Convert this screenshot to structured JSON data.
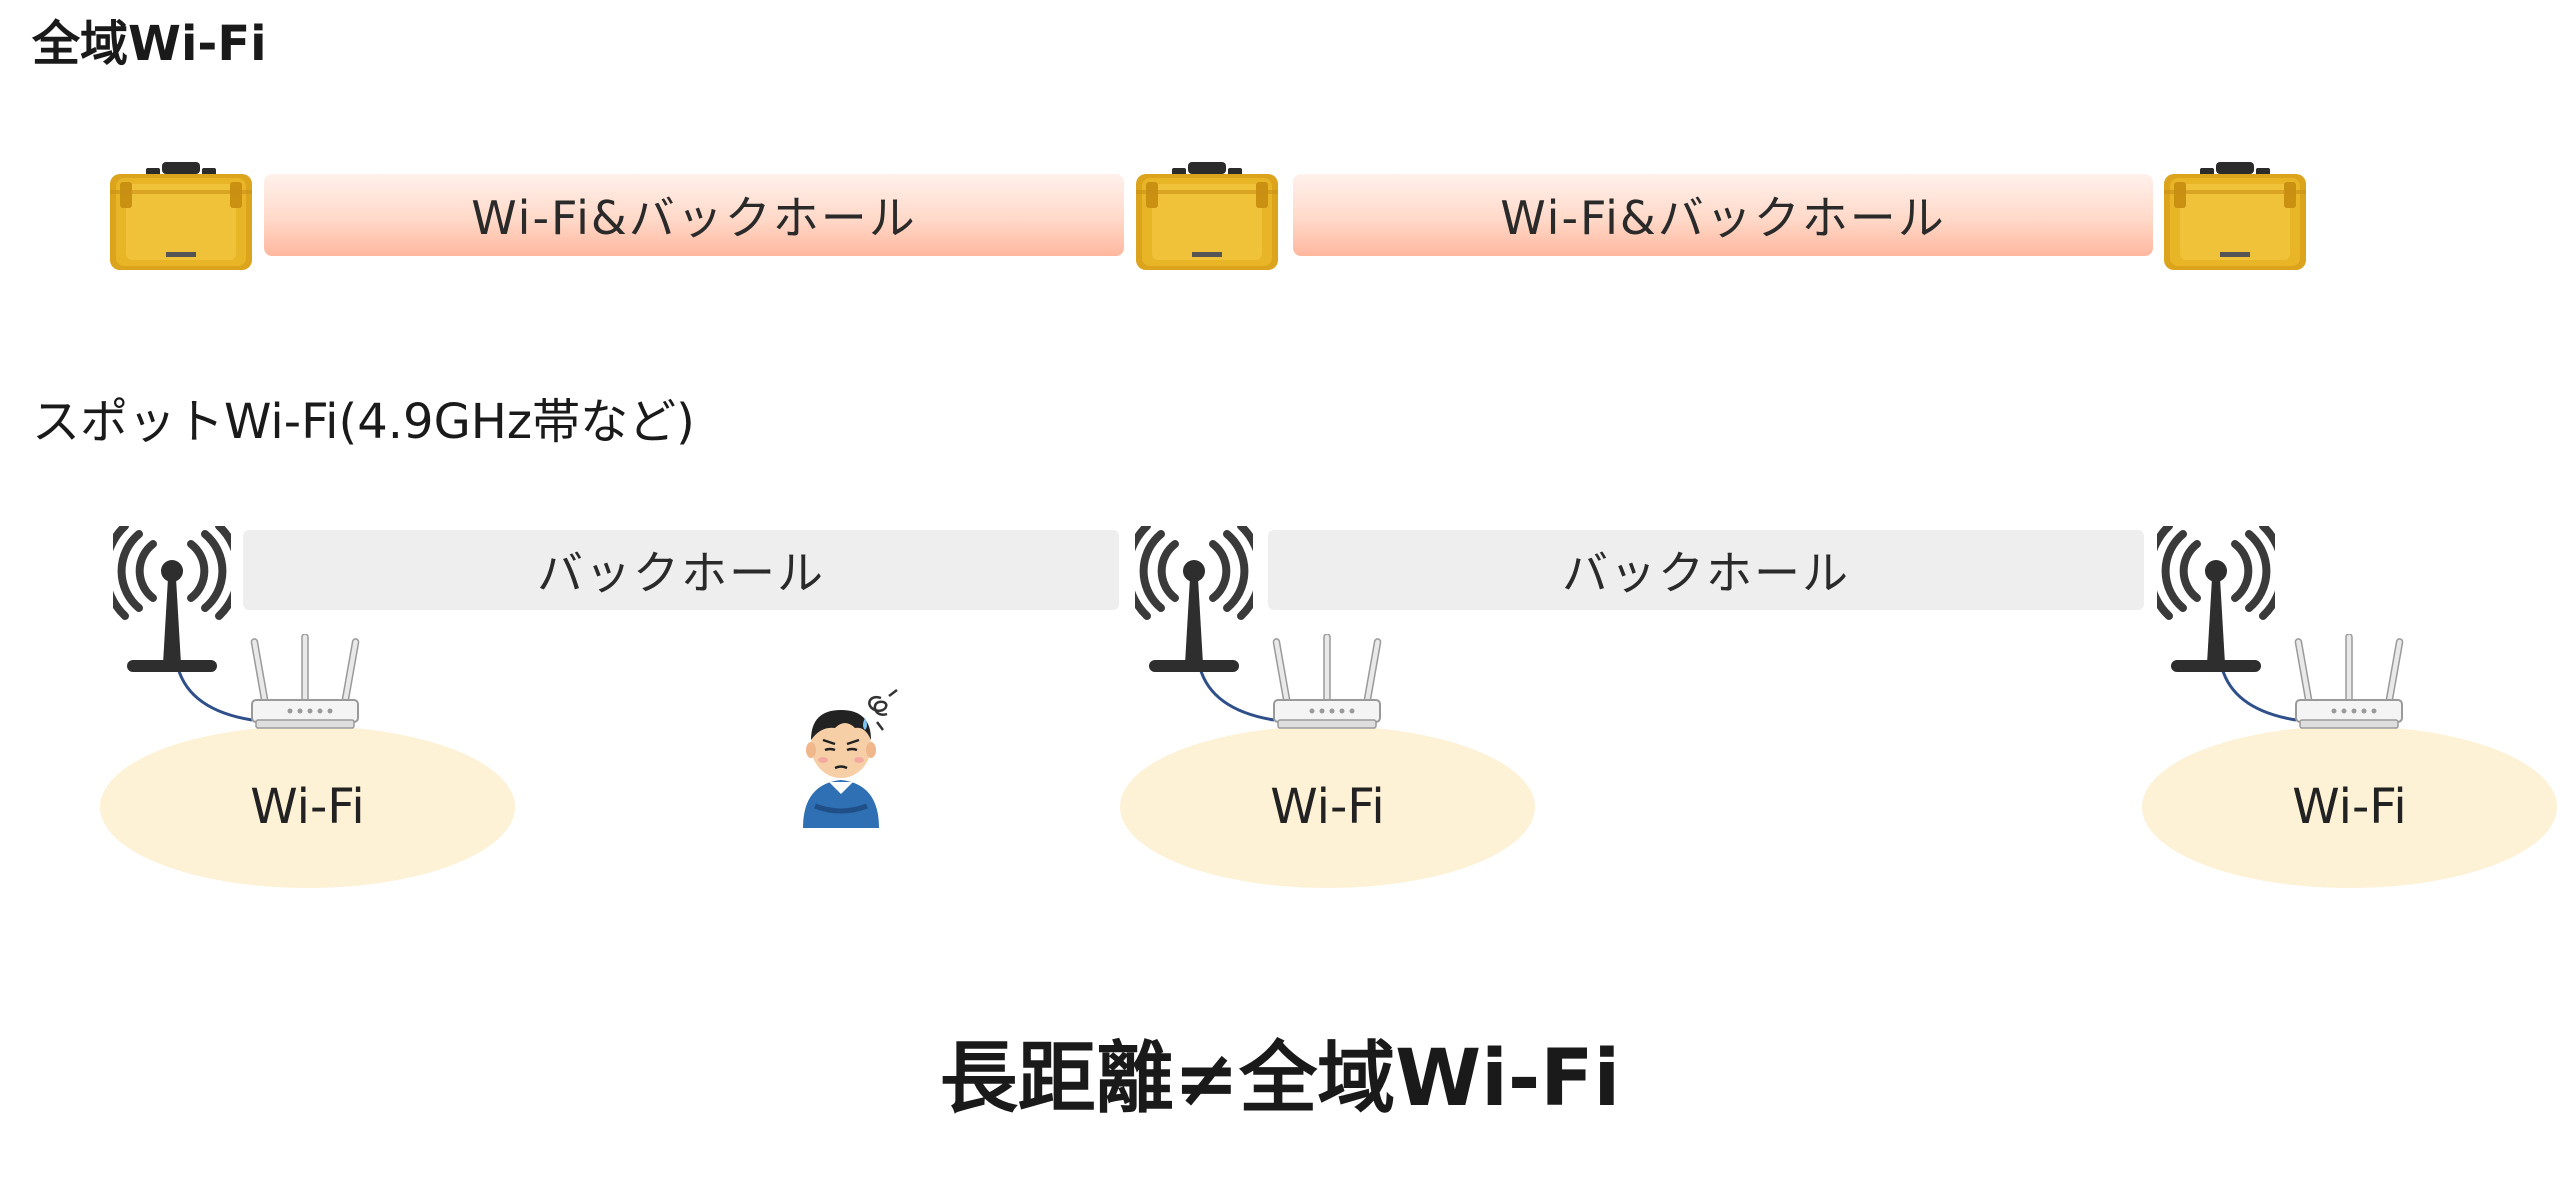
{
  "top_section": {
    "title": "全域Wi-Fi",
    "link_label_1": "Wi-Fi&バックホール",
    "link_label_2": "Wi-Fi&バックホール",
    "case_icon": "yellow-equipment-case-icon"
  },
  "spot_section": {
    "title": "スポットWi-Fi(4.9GHz帯など)",
    "backhaul_label_1": "バックホール",
    "backhaul_label_2": "バックホール",
    "coverage_label_1": "Wi-Fi",
    "coverage_label_2": "Wi-Fi",
    "coverage_label_3": "Wi-Fi",
    "tower_icon": "broadcast-antenna-icon",
    "router_icon": "wifi-router-icon",
    "person_icon": "troubled-person-icon"
  },
  "conclusion": "長距離≠全域Wi-Fi",
  "colors": {
    "case_yellow": "#e8b526",
    "wifi_bar_gradient_end": "#ffb79e",
    "backhaul_bar": "#eeeeee",
    "coverage_fill": "#fdf1d6"
  }
}
